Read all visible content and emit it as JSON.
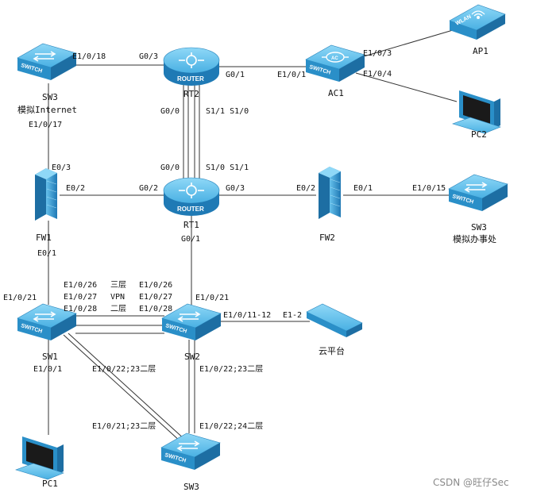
{
  "devices": {
    "sw3_top": {
      "name": "SW3",
      "caption": "模拟Internet",
      "icon_text": "SWITCH"
    },
    "rt2": {
      "name": "RT2",
      "icon_text": "ROUTER"
    },
    "ac1": {
      "name": "AC1",
      "icon_text": "SWITCH"
    },
    "ap1": {
      "name": "AP1",
      "icon_text": "WLAN"
    },
    "pc2": {
      "name": "PC2"
    },
    "fw1": {
      "name": "FW1"
    },
    "rt1": {
      "name": "RT1",
      "icon_text": "ROUTER"
    },
    "fw2": {
      "name": "FW2"
    },
    "sw3_right": {
      "name": "SW3",
      "caption": "模拟办事处",
      "icon_text": "SWITCH"
    },
    "sw1": {
      "name": "SW1",
      "icon_text": "SWITCH"
    },
    "sw2": {
      "name": "SW2",
      "icon_text": "SWITCH"
    },
    "cloud": {
      "name": "云平台"
    },
    "pc1": {
      "name": "PC1"
    },
    "sw3_bottom": {
      "name": "SW3",
      "icon_text": "SWITCH"
    }
  },
  "ports": {
    "sw3top_e1_0_18": "E1/0/18",
    "rt2_g0_3": "G0/3",
    "rt2_g0_1": "G0/1",
    "ac1_e1_0_1": "E1/0/1",
    "ac1_e1_0_3": "E1/0/3",
    "ac1_e1_0_4": "E1/0/4",
    "sw3top_e1_0_17": "E1/0/17",
    "rt2_g0_0": "G0/0",
    "rt2_s": "S1/1 S1/0",
    "rt1_g0_0": "G0/0",
    "rt1_s": "S1/0 S1/1",
    "fw1_e0_3": "E0/3",
    "fw1_e0_2": "E0/2",
    "rt1_g0_2": "G0/2",
    "rt1_g0_3": "G0/3",
    "fw2_e0_2": "E0/2",
    "fw2_e0_1": "E0/1",
    "sw3right_e1_0_15": "E1/0/15",
    "fw1_e0_1": "E0/1",
    "rt1_g0_1": "G0/1",
    "sw1_e1_0_21": "E1/0/21",
    "sw2_e1_0_21": "E1/0/21",
    "sw1_e1_0_26": "E1/0/26",
    "sw1_e1_0_27": "E1/0/27",
    "sw1_e1_0_28": "E1/0/28",
    "link_l3": "三层",
    "link_vpn": "VPN",
    "link_l2": "二层",
    "sw2_e1_0_26": "E1/0/26",
    "sw2_e1_0_27": "E1/0/27",
    "sw2_e1_0_28": "E1/0/28",
    "sw2_e1_0_11_12": "E1/0/11-12",
    "cloud_e1_2": "E1-2",
    "sw1_e1_0_1": "E1/0/1",
    "sw1_e1_0_22_23": "E1/0/22;23二层",
    "sw2_e1_0_22_23": "E1/0/22;23二层",
    "sw3b_e1_0_21_23": "E1/0/21;23二层",
    "sw3b_e1_0_22_24": "E1/0/22;24二层"
  },
  "watermark": "CSDN @旺仔Sec",
  "colors": {
    "device_top": "#6fc7ef",
    "device_side": "#2a8fc8",
    "device_front": "#1d6ea3",
    "link": "#333333"
  }
}
